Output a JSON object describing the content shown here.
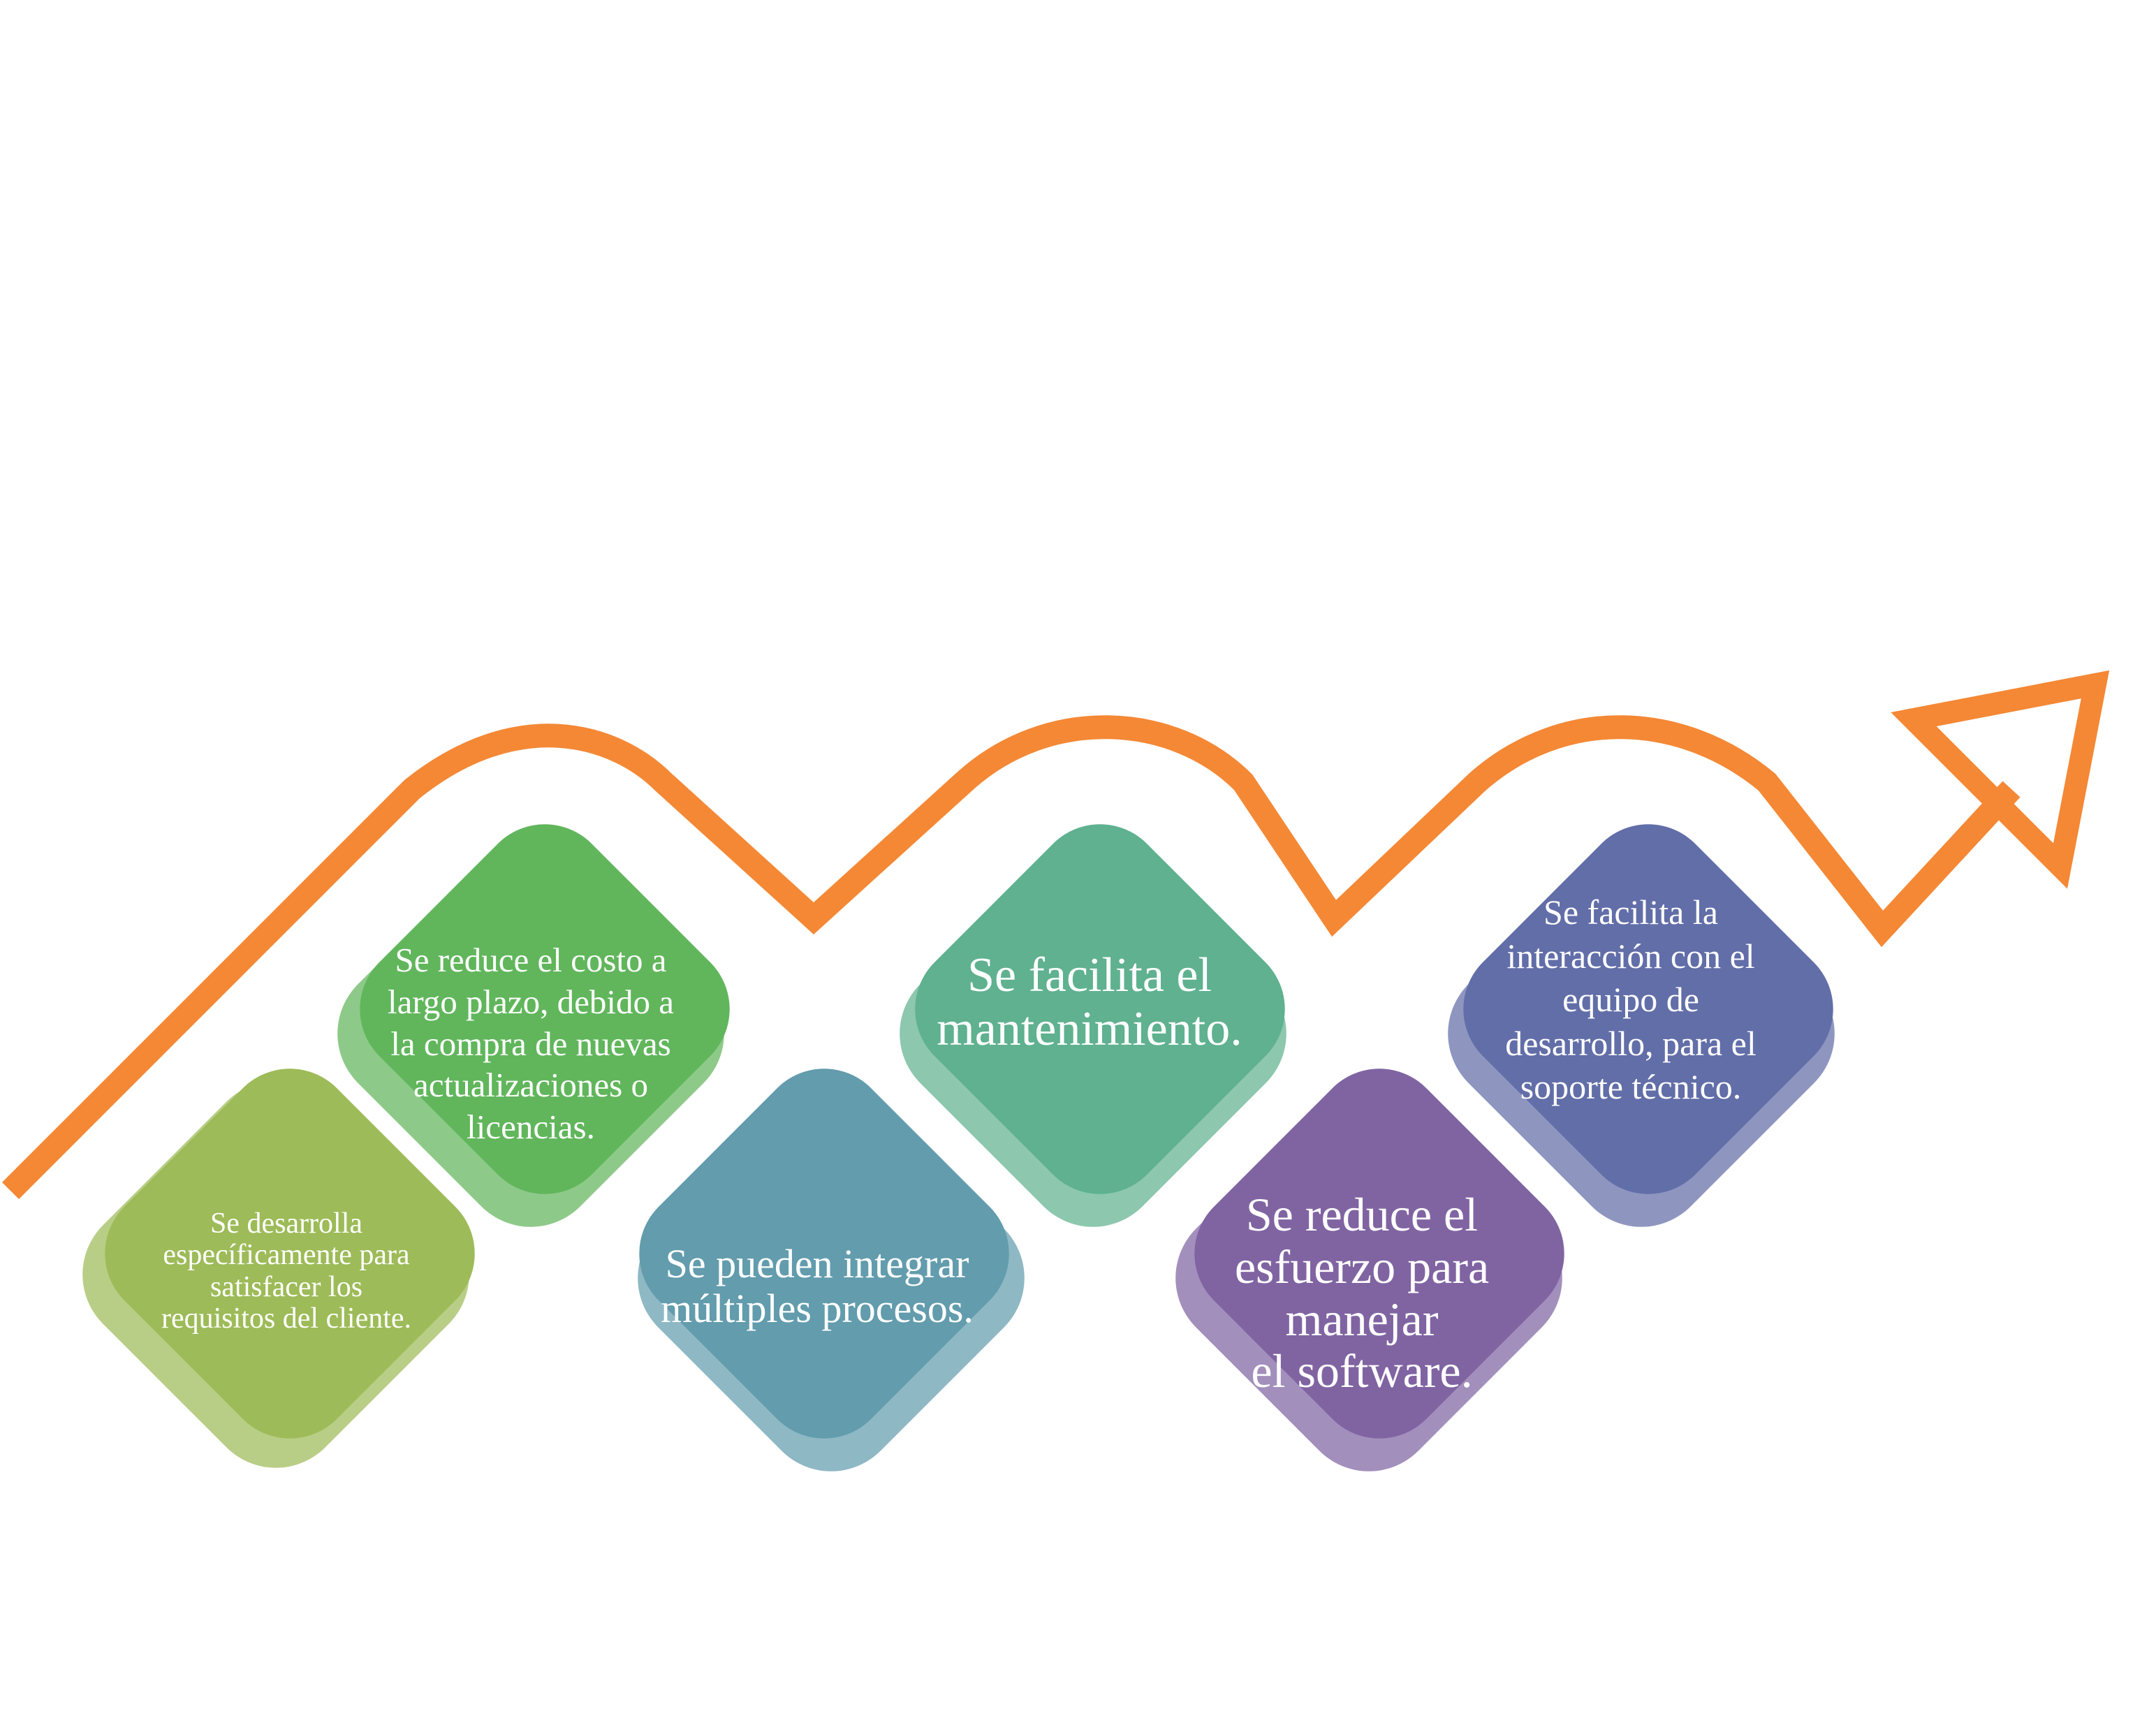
{
  "colors": {
    "arrow": "#F48835",
    "step1": "#9DBB58",
    "step2": "#61B65C",
    "step3": "#629CAD",
    "step4": "#5FB18F",
    "step5": "#8064A2",
    "step6": "#626EA8"
  },
  "steps": [
    {
      "text": "Se desarrolla\nespecíficamente para\nsatisfacer los\nrequisitos del cliente."
    },
    {
      "text": "Se reduce el costo a\nlargo plazo, debido a\nla compra de nuevas\nactualizaciones o\nlicencias."
    },
    {
      "text": "Se pueden integrar\nmúltiples procesos."
    },
    {
      "text": "Se facilita el\nmantenimiento."
    },
    {
      "text": "Se reduce el\nesfuerzo para\nmanejar\nel software."
    },
    {
      "text": "Se facilita la\ninteracción con el\nequipo de\ndesarrollo, para el\nsoporte técnico."
    }
  ]
}
